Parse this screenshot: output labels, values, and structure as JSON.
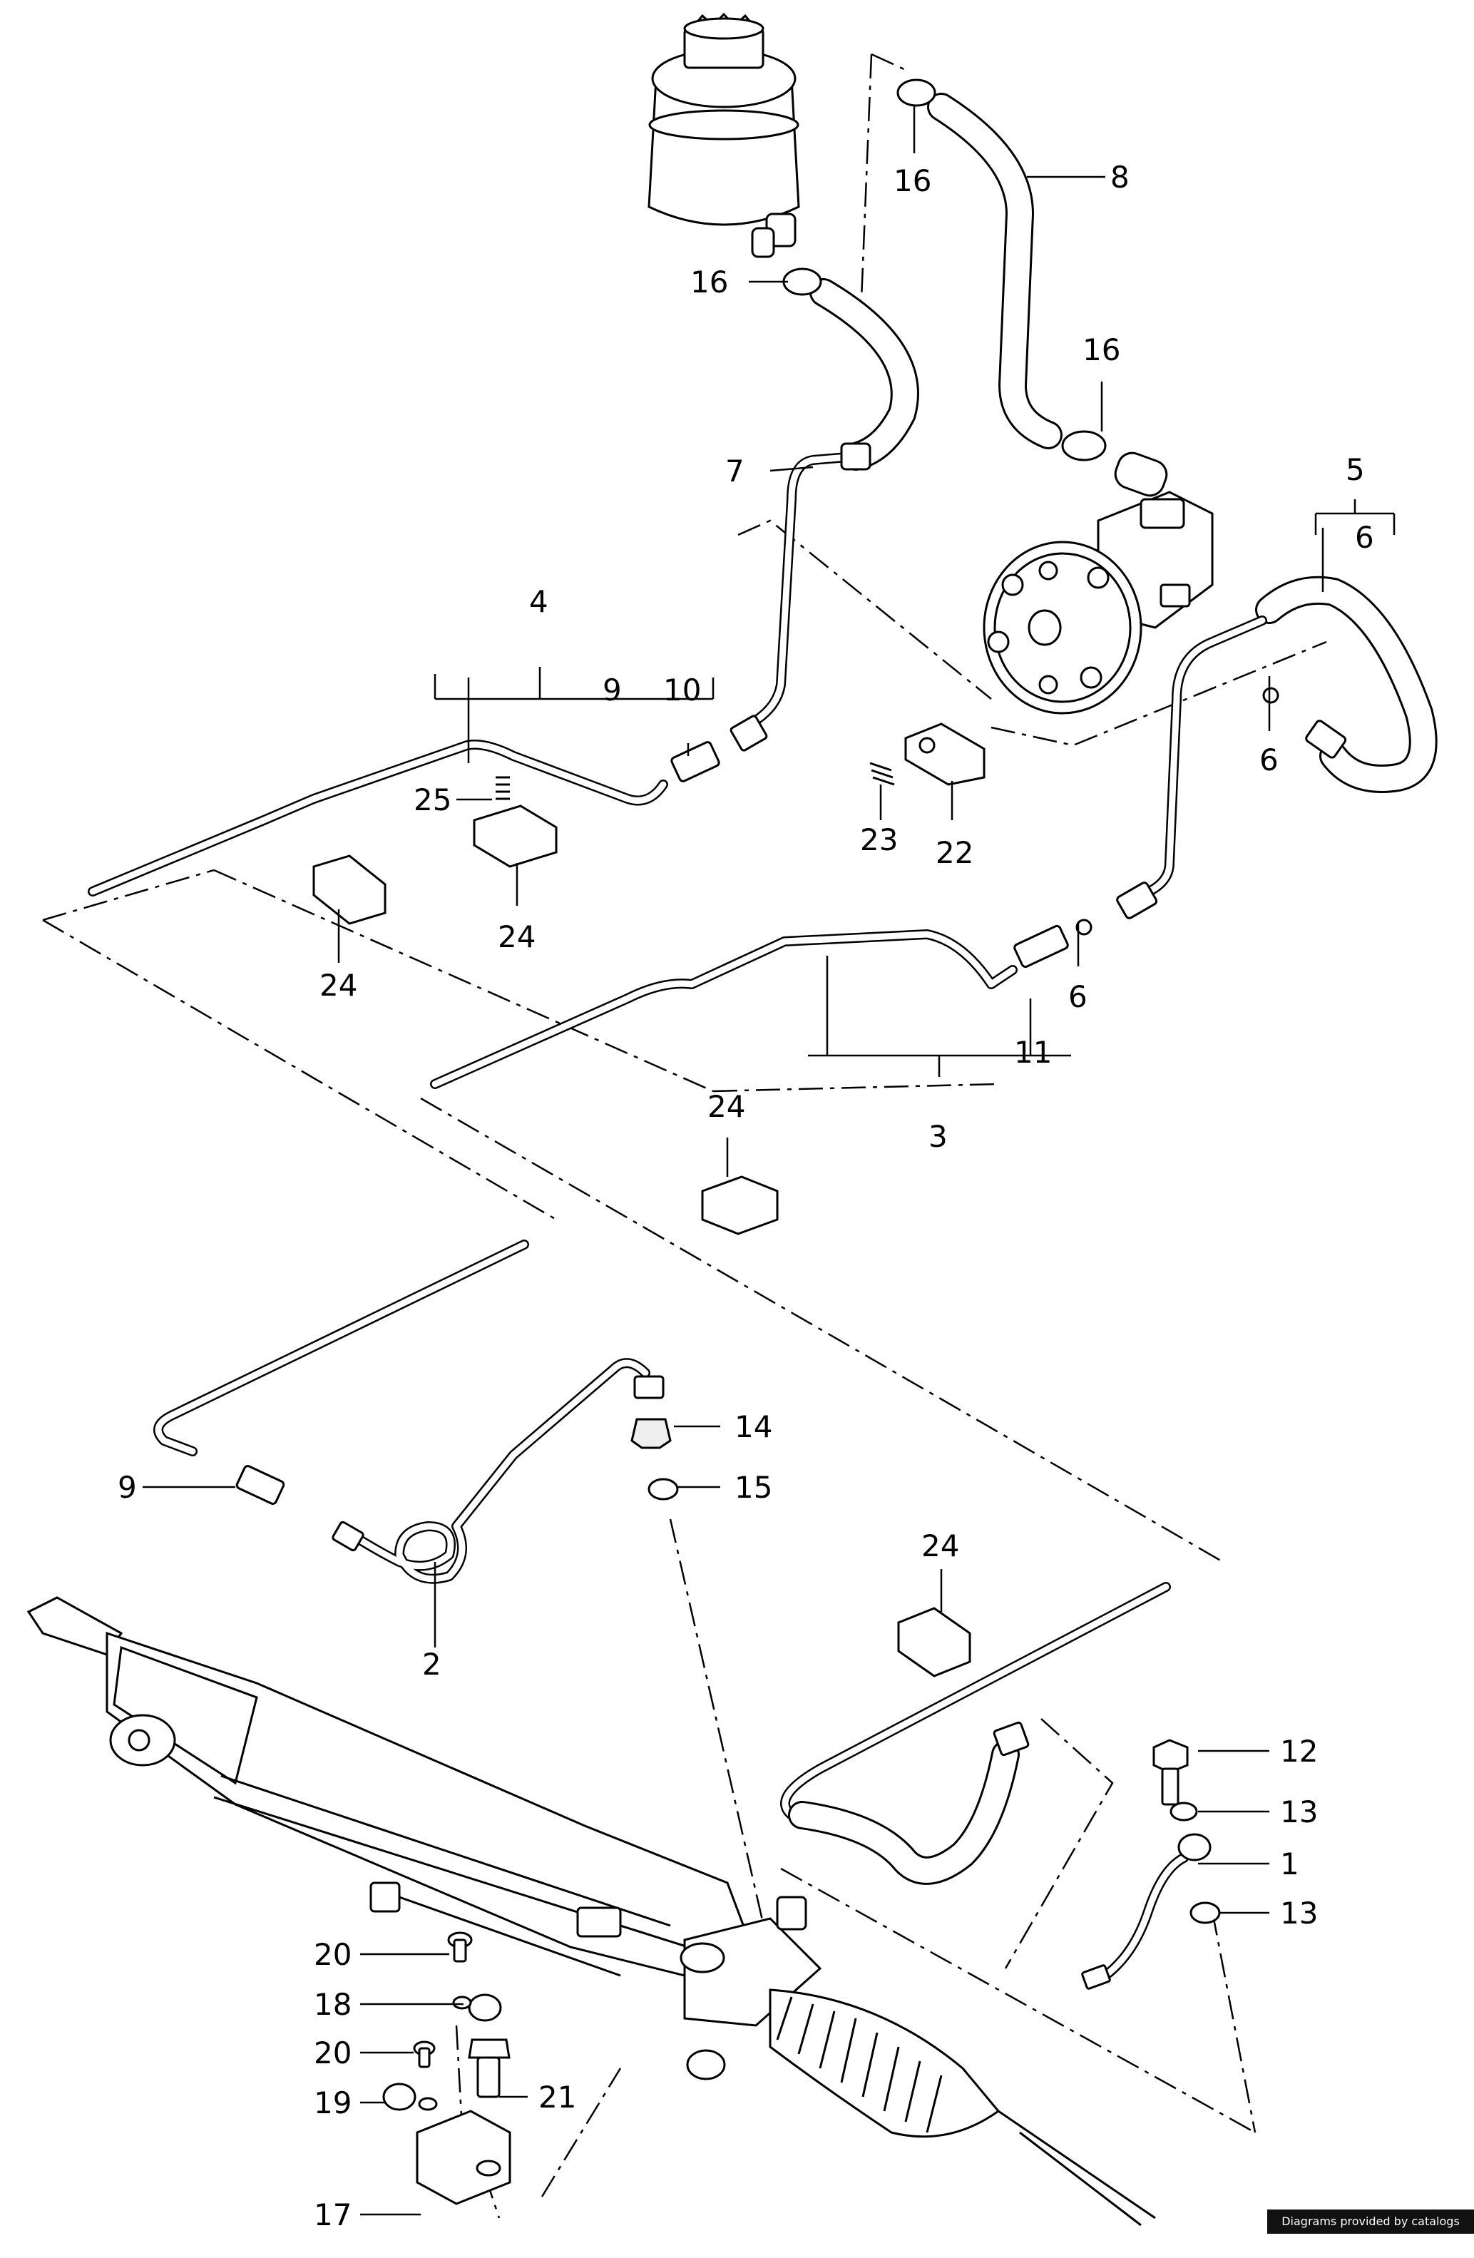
{
  "credit": "Diagrams provided by catalogs parts",
  "labels": {
    "l1": "1",
    "l2": "2",
    "l3": "3",
    "l4": "4",
    "l5": "5",
    "l6a": "6",
    "l6b": "6",
    "l6c": "6",
    "l7": "7",
    "l8": "8",
    "l9a": "9",
    "l9b": "9",
    "l10": "10",
    "l11": "11",
    "l12": "12",
    "l13a": "13",
    "l13b": "13",
    "l14": "14",
    "l15": "15",
    "l16a": "16",
    "l16b": "16",
    "l16c": "16",
    "l17": "17",
    "l18": "18",
    "l19": "19",
    "l20a": "20",
    "l20b": "20",
    "l21": "21",
    "l22": "22",
    "l23": "23",
    "l24a": "24",
    "l24b": "24",
    "l24c": "24",
    "l24d": "24",
    "l25": "25"
  }
}
